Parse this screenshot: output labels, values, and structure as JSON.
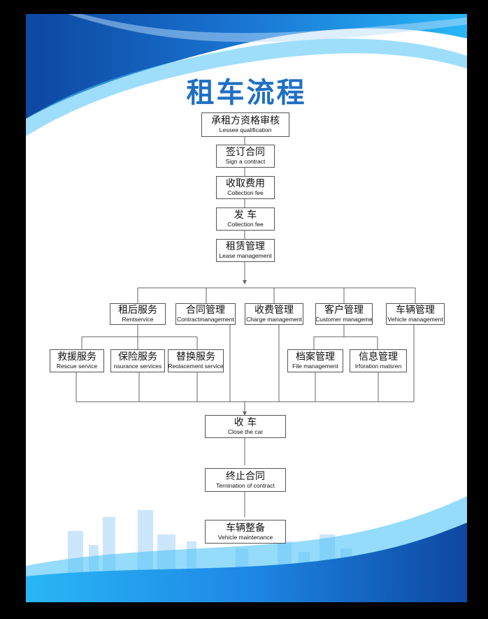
{
  "title": "租车流程",
  "steps": {
    "s1": {
      "cn": "承租方资格审核",
      "en": "Lessee qualification"
    },
    "s2": {
      "cn": "签订合同",
      "en": "Sign a  contract"
    },
    "s3": {
      "cn": "收取费用",
      "en": "Collection   fee"
    },
    "s4": {
      "cn": "发  车",
      "en": "Collection   fee"
    },
    "s5": {
      "cn": "租赁管理",
      "en": "Lease management"
    },
    "b1": {
      "cn": "租后服务",
      "en": "Rentservice"
    },
    "b2": {
      "cn": "合同管理",
      "en": "Contractmanagement"
    },
    "b3": {
      "cn": "收费管理",
      "en": "Charge management"
    },
    "b4": {
      "cn": "客户管理",
      "en": "Customer manageme"
    },
    "b5": {
      "cn": "车辆管理",
      "en": "Vehicle management"
    },
    "c1": {
      "cn": "救援服务",
      "en": "Rescue service"
    },
    "c2": {
      "cn": "保险服务",
      "en": "nsurance services"
    },
    "c3": {
      "cn": "替换服务",
      "en": "Reolacement service"
    },
    "c4": {
      "cn": "档案管理",
      "en": "File management"
    },
    "c5": {
      "cn": "信息管理",
      "en": "Irforation matsren"
    },
    "f1": {
      "cn": "收    车",
      "en": "Close the car"
    },
    "f2": {
      "cn": "终止合同",
      "en": "Ternination of contract"
    },
    "f3": {
      "cn": "车辆整备",
      "en": "Vehicle   maintenance"
    }
  },
  "colors": {
    "title": "#1f6fc4",
    "primary_blue": "#1565c0",
    "light_blue": "#4fc3f7"
  }
}
